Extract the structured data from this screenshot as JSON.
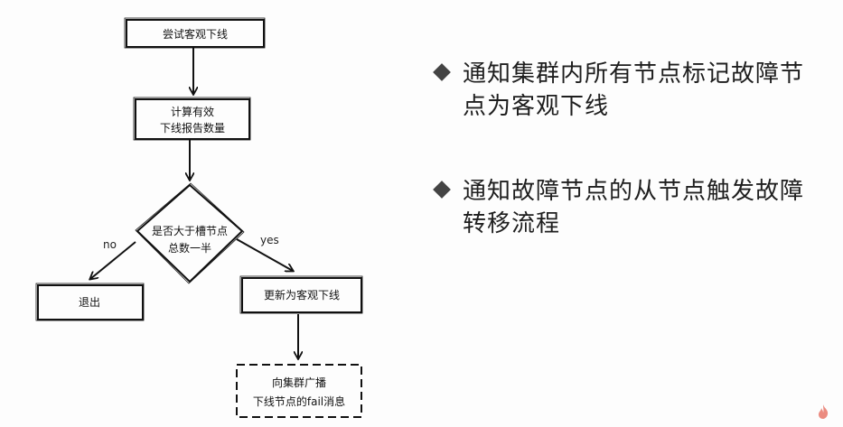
{
  "flowchart": {
    "nodes": {
      "start": "尝试客观下线",
      "count_line1": "计算有效",
      "count_line2": "下线报告数量",
      "decision_line1": "是否大于槽节点",
      "decision_line2": "总数一半",
      "exit": "退出",
      "update": "更新为客观下线",
      "broadcast_line1": "向集群广播",
      "broadcast_line2": "下线节点的fail消息"
    },
    "edge_labels": {
      "no": "no",
      "yes": "yes"
    }
  },
  "bullets": [
    {
      "line1": "通知集群内所有节点标记故障节",
      "line2": "点为客观下线"
    },
    {
      "line1": "通知故障节点的从节点触发故障",
      "line2": "转移流程"
    }
  ],
  "colors": {
    "ink": "#111111",
    "bullet_marker": "#444444",
    "logo": "#e25a4a"
  }
}
